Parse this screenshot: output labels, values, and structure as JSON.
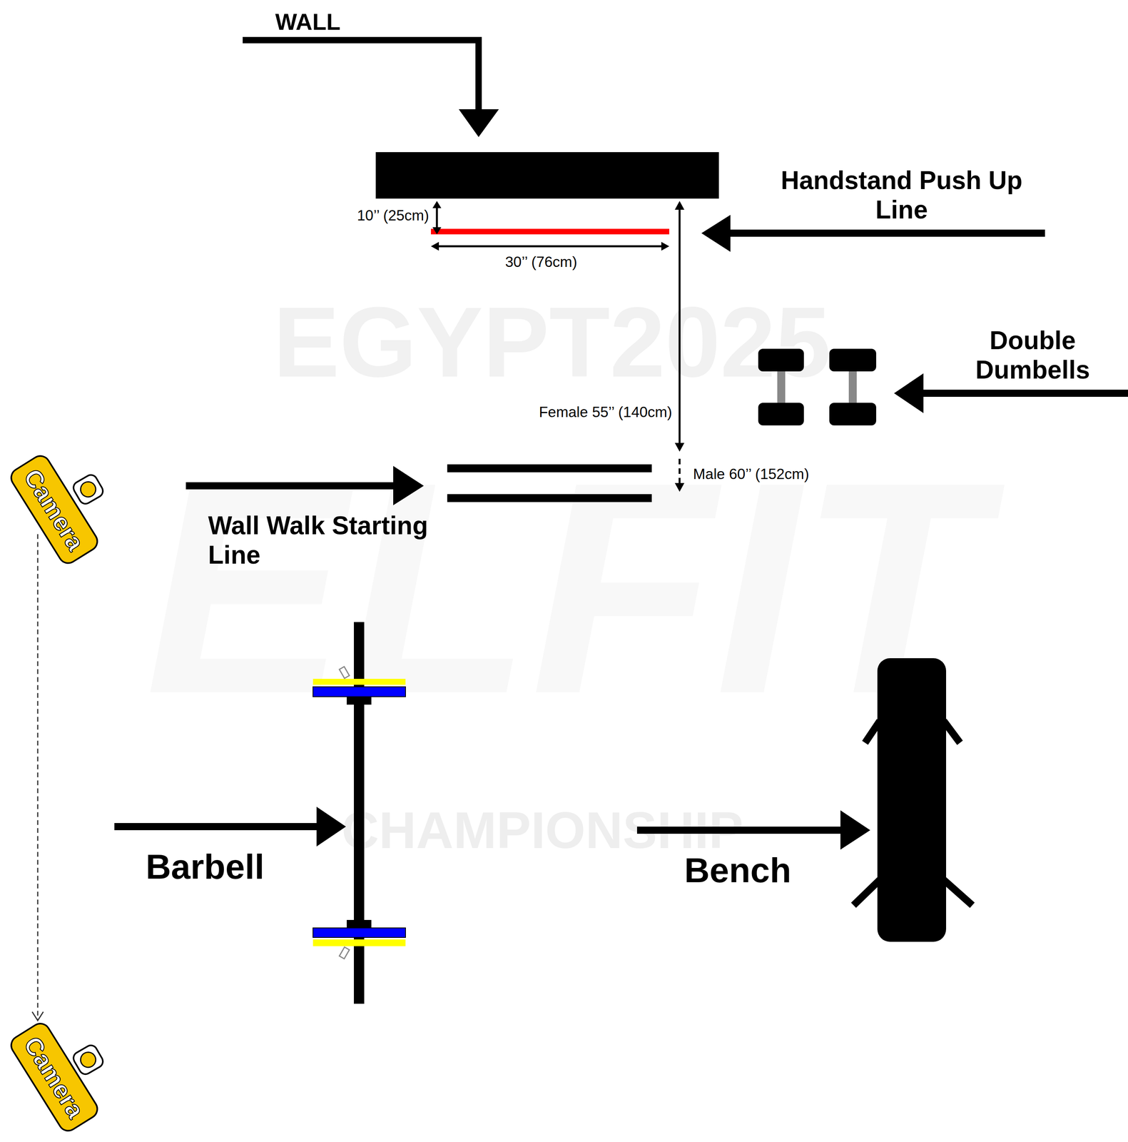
{
  "diagram": {
    "nodes": [
      {
        "text": [
          "Camera"
        ]
      },
      {
        "text": [
          "Camera"
        ]
      }
    ],
    "edges": [
      {
        "from": 0,
        "to": 1,
        "arrow": "to"
      }
    ],
    "labels": [
      "WALL",
      "Handstand Push Up Line",
      "10’’ (25cm)",
      "30’’ (76cm)",
      "EGYPT2025",
      "Double Dumbells",
      "Female 55’’ (140cm)",
      "Male 60’’ (152cm)",
      "ELFIT",
      "Wall Walk Starting Line",
      "Barbell",
      "CHAMPIONSHIP",
      "Bench"
    ]
  }
}
